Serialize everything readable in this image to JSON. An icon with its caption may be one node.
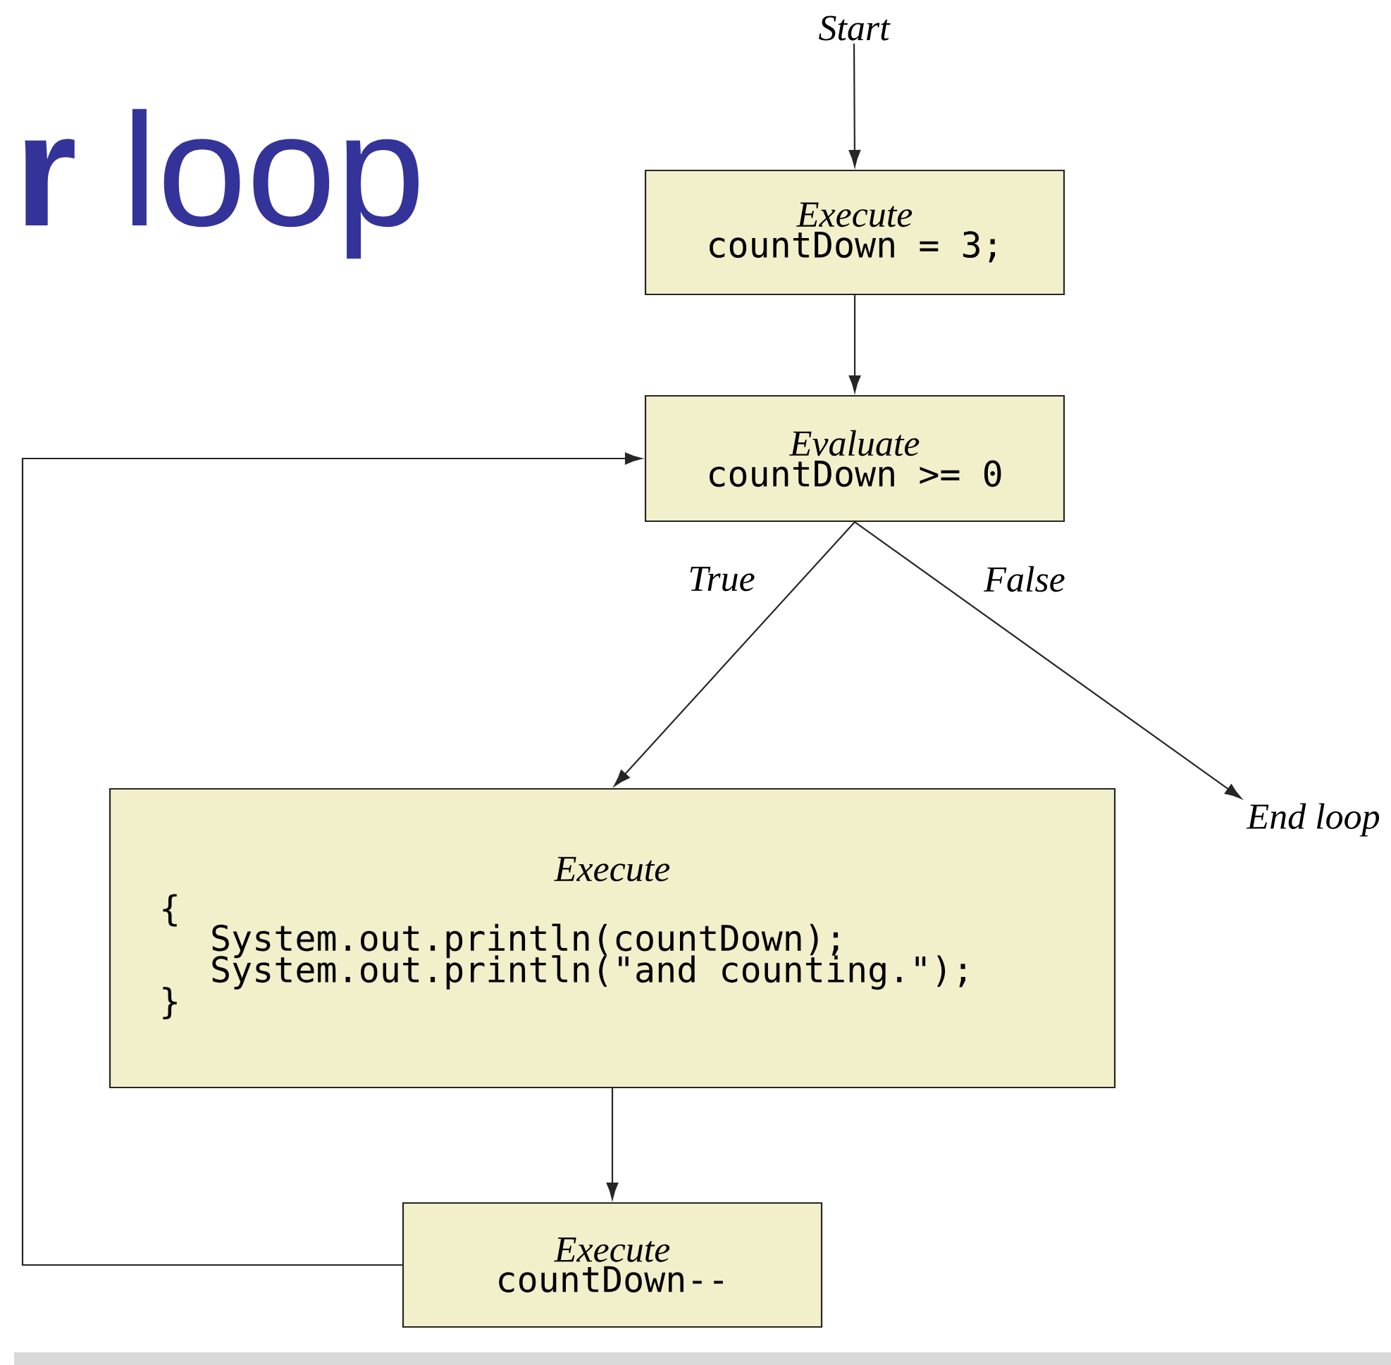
{
  "diagram": {
    "title": "**r** loop",
    "nodes": [
      {
        "text": [
          "Start"
        ]
      },
      {
        "text": [
          "Execute",
          "countDown = 3;"
        ]
      },
      {
        "text": [
          "Evaluate",
          "countDown >= 0"
        ]
      },
      {
        "text": [
          "Execute",
          "{",
          "System.out.println(countDown);",
          "System.out.println(\"and counting.\");",
          "}"
        ]
      },
      {
        "text": [
          "End loop"
        ]
      },
      {
        "text": [
          "Execute",
          "countDown--"
        ]
      }
    ],
    "edges": [
      {
        "from": 0,
        "to": 1,
        "arrow": "to"
      },
      {
        "from": 1,
        "to": 2,
        "arrow": "to"
      },
      {
        "from": 2,
        "to": 3,
        "arrow": "to",
        "label": "True"
      },
      {
        "from": 2,
        "to": 4,
        "arrow": "to",
        "label": "False"
      },
      {
        "from": 3,
        "to": 5,
        "arrow": "to"
      },
      {
        "from": 5,
        "to": 2,
        "arrow": "to"
      }
    ]
  }
}
